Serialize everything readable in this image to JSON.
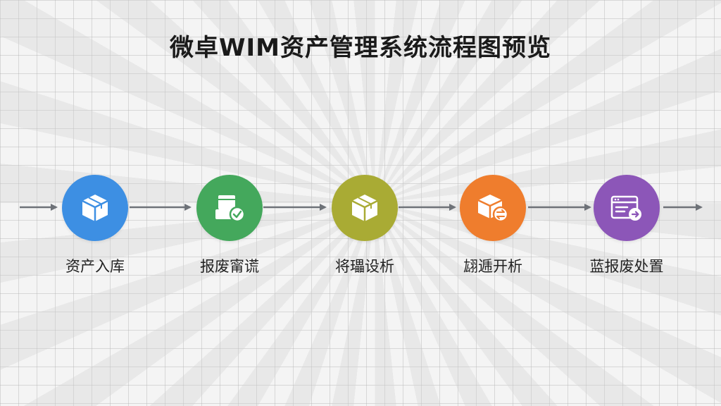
{
  "title": "微卓WIM资产管理系统流程图预览",
  "steps": [
    {
      "label": "资产入库",
      "color": "#3d8fe3",
      "icon": "box-icon"
    },
    {
      "label": "报废甯谎",
      "color": "#44a85c",
      "icon": "box-check-icon"
    },
    {
      "label": "将瓃设析",
      "color": "#a9ab34",
      "icon": "box-icon"
    },
    {
      "label": "翃逓开析",
      "color": "#ef7d2d",
      "icon": "box-transfer-icon"
    },
    {
      "label": "蓝报废处置",
      "color": "#8c56b8",
      "icon": "dashboard-arrow-icon"
    }
  ],
  "arrow_color": "#6e7278"
}
